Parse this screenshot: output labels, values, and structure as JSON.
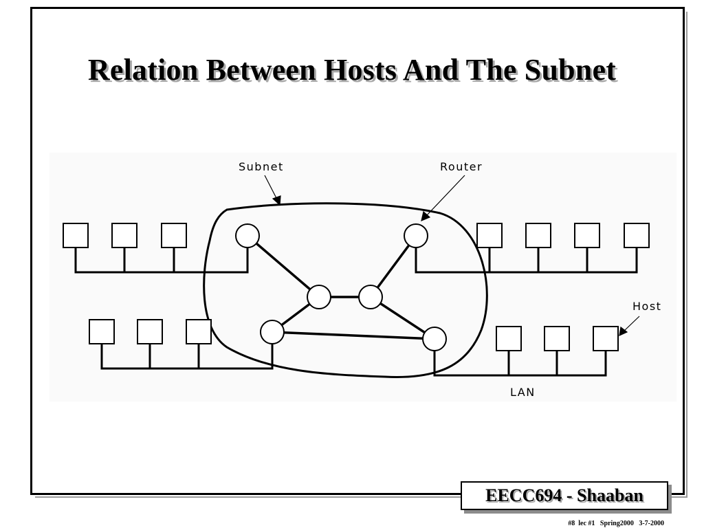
{
  "slide": {
    "title": "Relation Between Hosts And The Subnet",
    "footer_brand": "EECC694 - Shaaban",
    "footer_meta": "#8  lec #1   Spring2000   3-7-2000"
  },
  "diagram": {
    "labels": {
      "subnet": "Subnet",
      "router": "Router",
      "host": "Host",
      "lan": "LAN"
    },
    "routers": 6,
    "host_groups": [
      3,
      3,
      4,
      3
    ]
  }
}
